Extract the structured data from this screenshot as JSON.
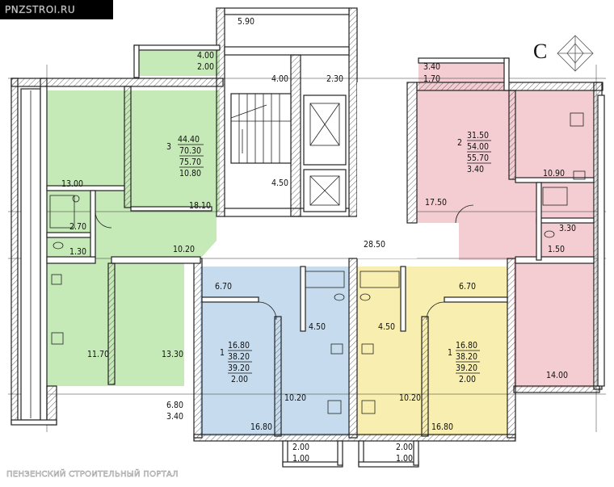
{
  "site": {
    "watermark_top": "PNZSTROI.RU",
    "watermark_bottom": "ПЕНЗЕНСКИЙ СТРОИТЕЛЬНЫЙ ПОРТАЛ",
    "compass_letter": "С"
  },
  "colors": {
    "green": "#c6e9b8",
    "pink": "#f3cdd2",
    "blue": "#c6dcee",
    "yellow": "#f7eeb0",
    "wall": "#222222"
  },
  "apartments": {
    "green": {
      "rooms": "3",
      "area_living": "44.40",
      "area_total": "70.30",
      "area_full": "75.70",
      "area_balcony": "10.80"
    },
    "pink": {
      "rooms": "2",
      "area_living": "31.50",
      "area_total": "54.00",
      "area_full": "55.70",
      "area_balcony": "3.40"
    },
    "blue": {
      "rooms": "1",
      "area_living": "16.80",
      "area_total": "38.20",
      "area_full": "39.20",
      "area_balcony": "2.00"
    },
    "yellow": {
      "rooms": "1",
      "area_living": "16.80",
      "area_total": "38.20",
      "area_full": "39.20",
      "area_balcony": "2.00"
    }
  },
  "room_labels": {
    "top_balcony": "5.90",
    "green_loggia_a": "4.00",
    "green_loggia_b": "2.00",
    "stair_top": "4.00",
    "lift_top": "2.30",
    "pink_loggia_a": "3.40",
    "pink_loggia_b": "1.70",
    "green_kitchen": "13.00",
    "green_bath": "2.70",
    "green_wc": "1.30",
    "green_hall": "10.20",
    "green_room_big": "18.10",
    "green_room_a": "11.70",
    "green_room_b": "13.30",
    "green_bottom_a": "6.80",
    "green_bottom_b": "3.40",
    "stair_landing": "4.50",
    "corridor": "28.50",
    "pink_hall": "17.50",
    "pink_kitchen": "10.90",
    "pink_bath": "3.30",
    "pink_wc": "1.50",
    "pink_room": "14.00",
    "blue_hall": "6.70",
    "blue_bath": "4.50",
    "blue_kitchen": "10.20",
    "blue_room": "16.80",
    "blue_balcony_a": "2.00",
    "blue_balcony_b": "1.00",
    "yellow_hall": "6.70",
    "yellow_bath": "4.50",
    "yellow_kitchen": "10.20",
    "yellow_room": "16.80",
    "yellow_balcony_a": "2.00",
    "yellow_balcony_b": "1.00"
  }
}
